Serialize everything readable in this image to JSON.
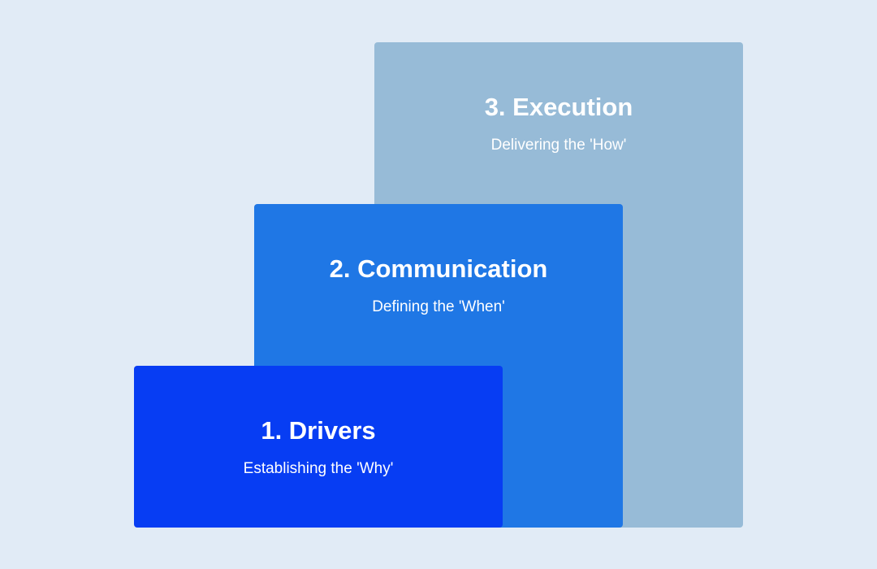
{
  "colors": {
    "background": "#e1ebf6",
    "step1": "#073df3",
    "step2": "#1f77e5",
    "step3": "#97bbd7"
  },
  "steps": [
    {
      "title": "1. Drivers",
      "subtitle": "Establishing the 'Why'"
    },
    {
      "title": "2. Communication",
      "subtitle": "Defining the 'When'"
    },
    {
      "title": "3. Execution",
      "subtitle": "Delivering the 'How'"
    }
  ]
}
